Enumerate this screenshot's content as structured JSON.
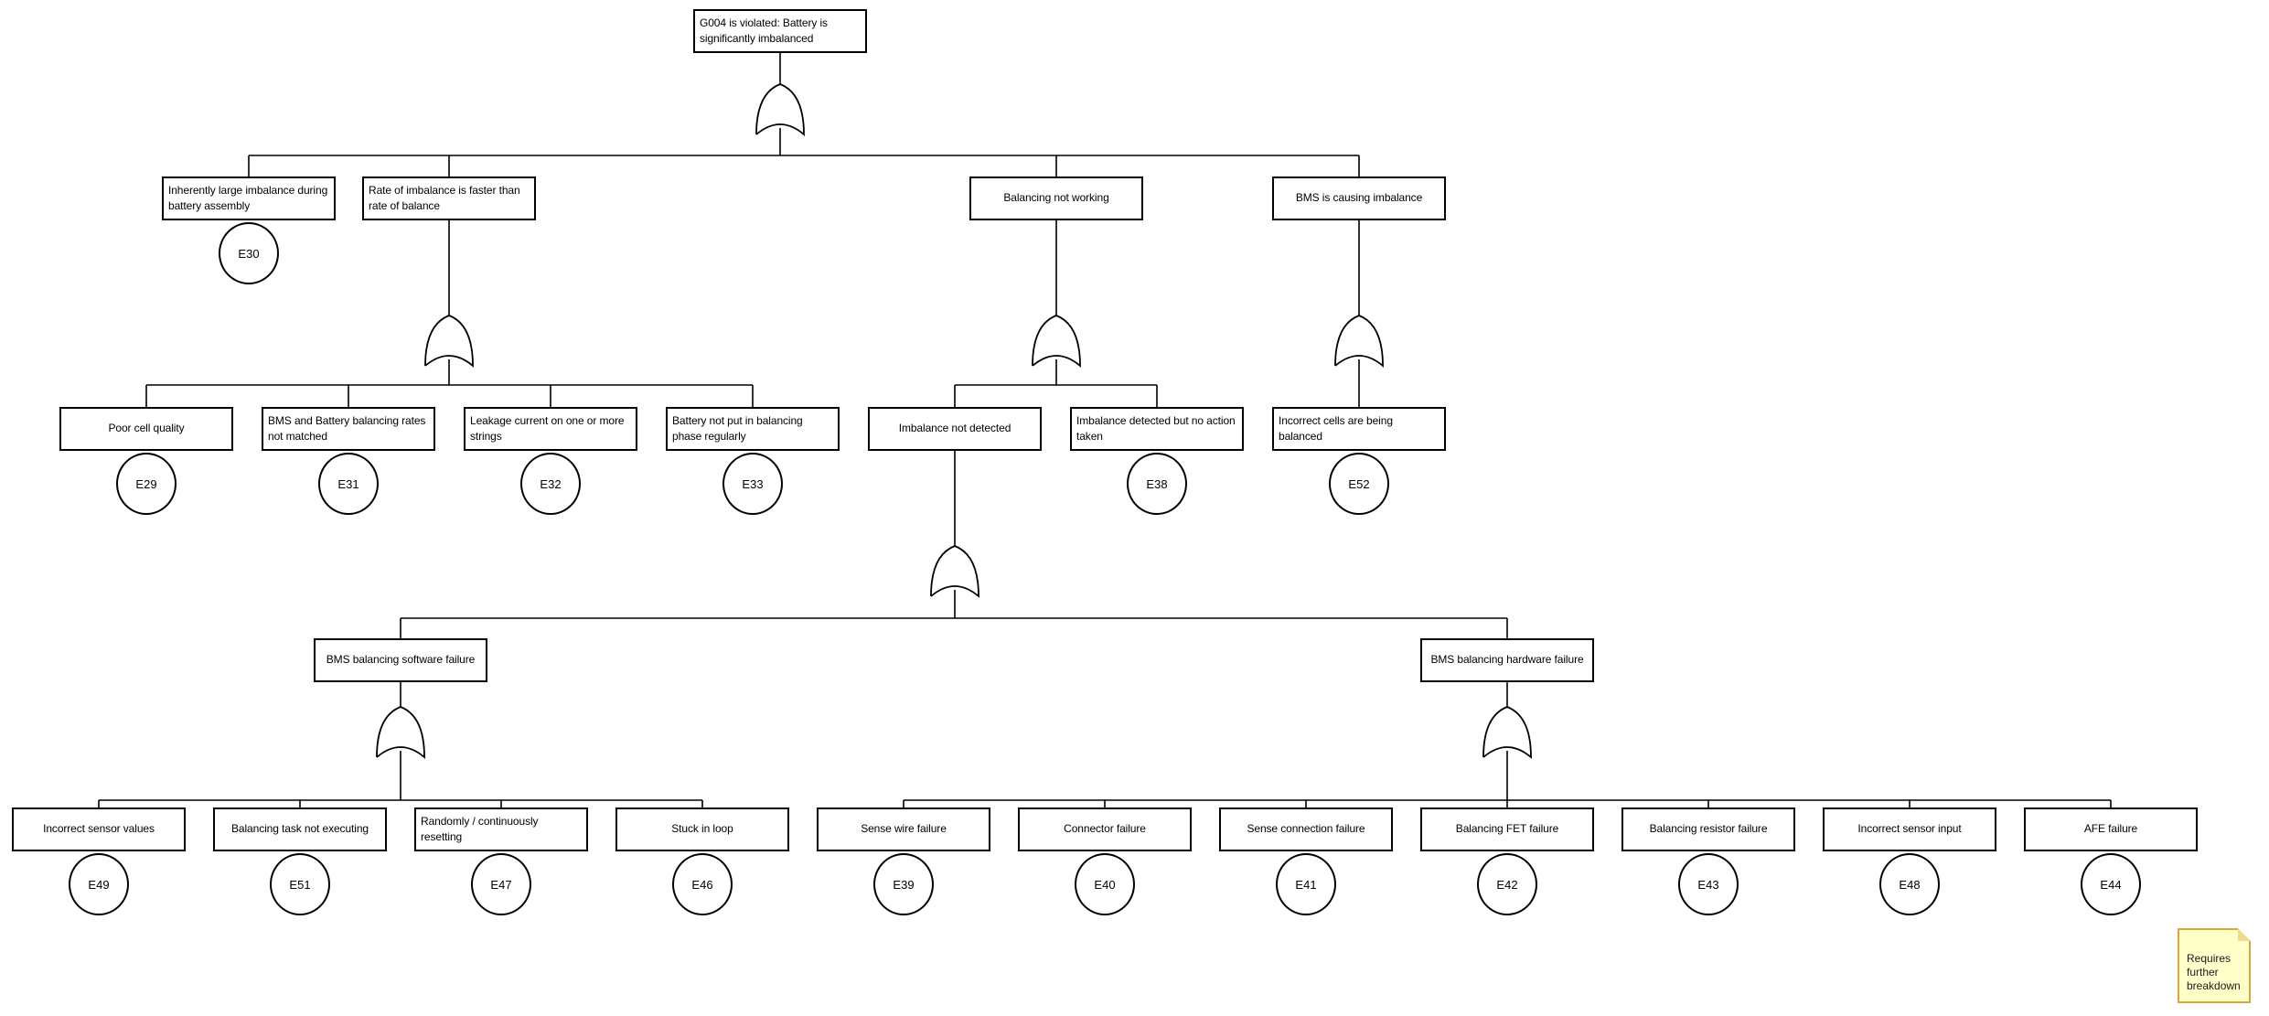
{
  "diagram": {
    "type": "fault-tree",
    "colors": {
      "line": "#000000",
      "box_fill": "#ffffff",
      "note_fill": "#ffffc9",
      "note_border": "#dfa53f",
      "background": "#ffffff"
    },
    "top_event": {
      "label": "G004 is violated: Battery is significantly imbalanced",
      "gate": "OR"
    },
    "level2": [
      {
        "label": "Inherently large imbalance during battery assembly",
        "event": "E30"
      },
      {
        "label": "Rate of imbalance is faster than rate of balance",
        "gate": "OR"
      },
      {
        "label": "Balancing not working",
        "gate": "OR"
      },
      {
        "label": "BMS is causing imbalance",
        "gate": "OR"
      }
    ],
    "level3": [
      {
        "label": "Poor cell quality",
        "event": "E29"
      },
      {
        "label": "BMS and Battery balancing rates not matched",
        "event": "E31"
      },
      {
        "label": "Leakage current on one or more strings",
        "event": "E32"
      },
      {
        "label": "Battery not put in balancing phase regularly",
        "event": "E33"
      },
      {
        "label": "Imbalance not detected",
        "gate": "OR"
      },
      {
        "label": "Imbalance detected but no action taken",
        "event": "E38"
      },
      {
        "label": "Incorrect cells are being balanced",
        "event": "E52"
      }
    ],
    "level4": [
      {
        "label": "BMS balancing software failure",
        "gate": "OR"
      },
      {
        "label": "BMS balancing hardware failure",
        "gate": "OR"
      }
    ],
    "leaves": [
      {
        "label": "Incorrect sensor values",
        "event": "E49"
      },
      {
        "label": "Balancing task not executing",
        "event": "E51"
      },
      {
        "label": "Randomly / continuously resetting",
        "event": "E47"
      },
      {
        "label": "Stuck in loop",
        "event": "E46"
      },
      {
        "label": "Sense wire failure",
        "event": "E39"
      },
      {
        "label": "Connector failure",
        "event": "E40"
      },
      {
        "label": "Sense connection failure",
        "event": "E41"
      },
      {
        "label": "Balancing FET failure",
        "event": "E42"
      },
      {
        "label": "Balancing resistor failure",
        "event": "E43"
      },
      {
        "label": "Incorrect sensor input",
        "event": "E48"
      },
      {
        "label": "AFE failure",
        "event": "E44"
      }
    ],
    "note": {
      "text": "Requires further breakdown"
    }
  }
}
